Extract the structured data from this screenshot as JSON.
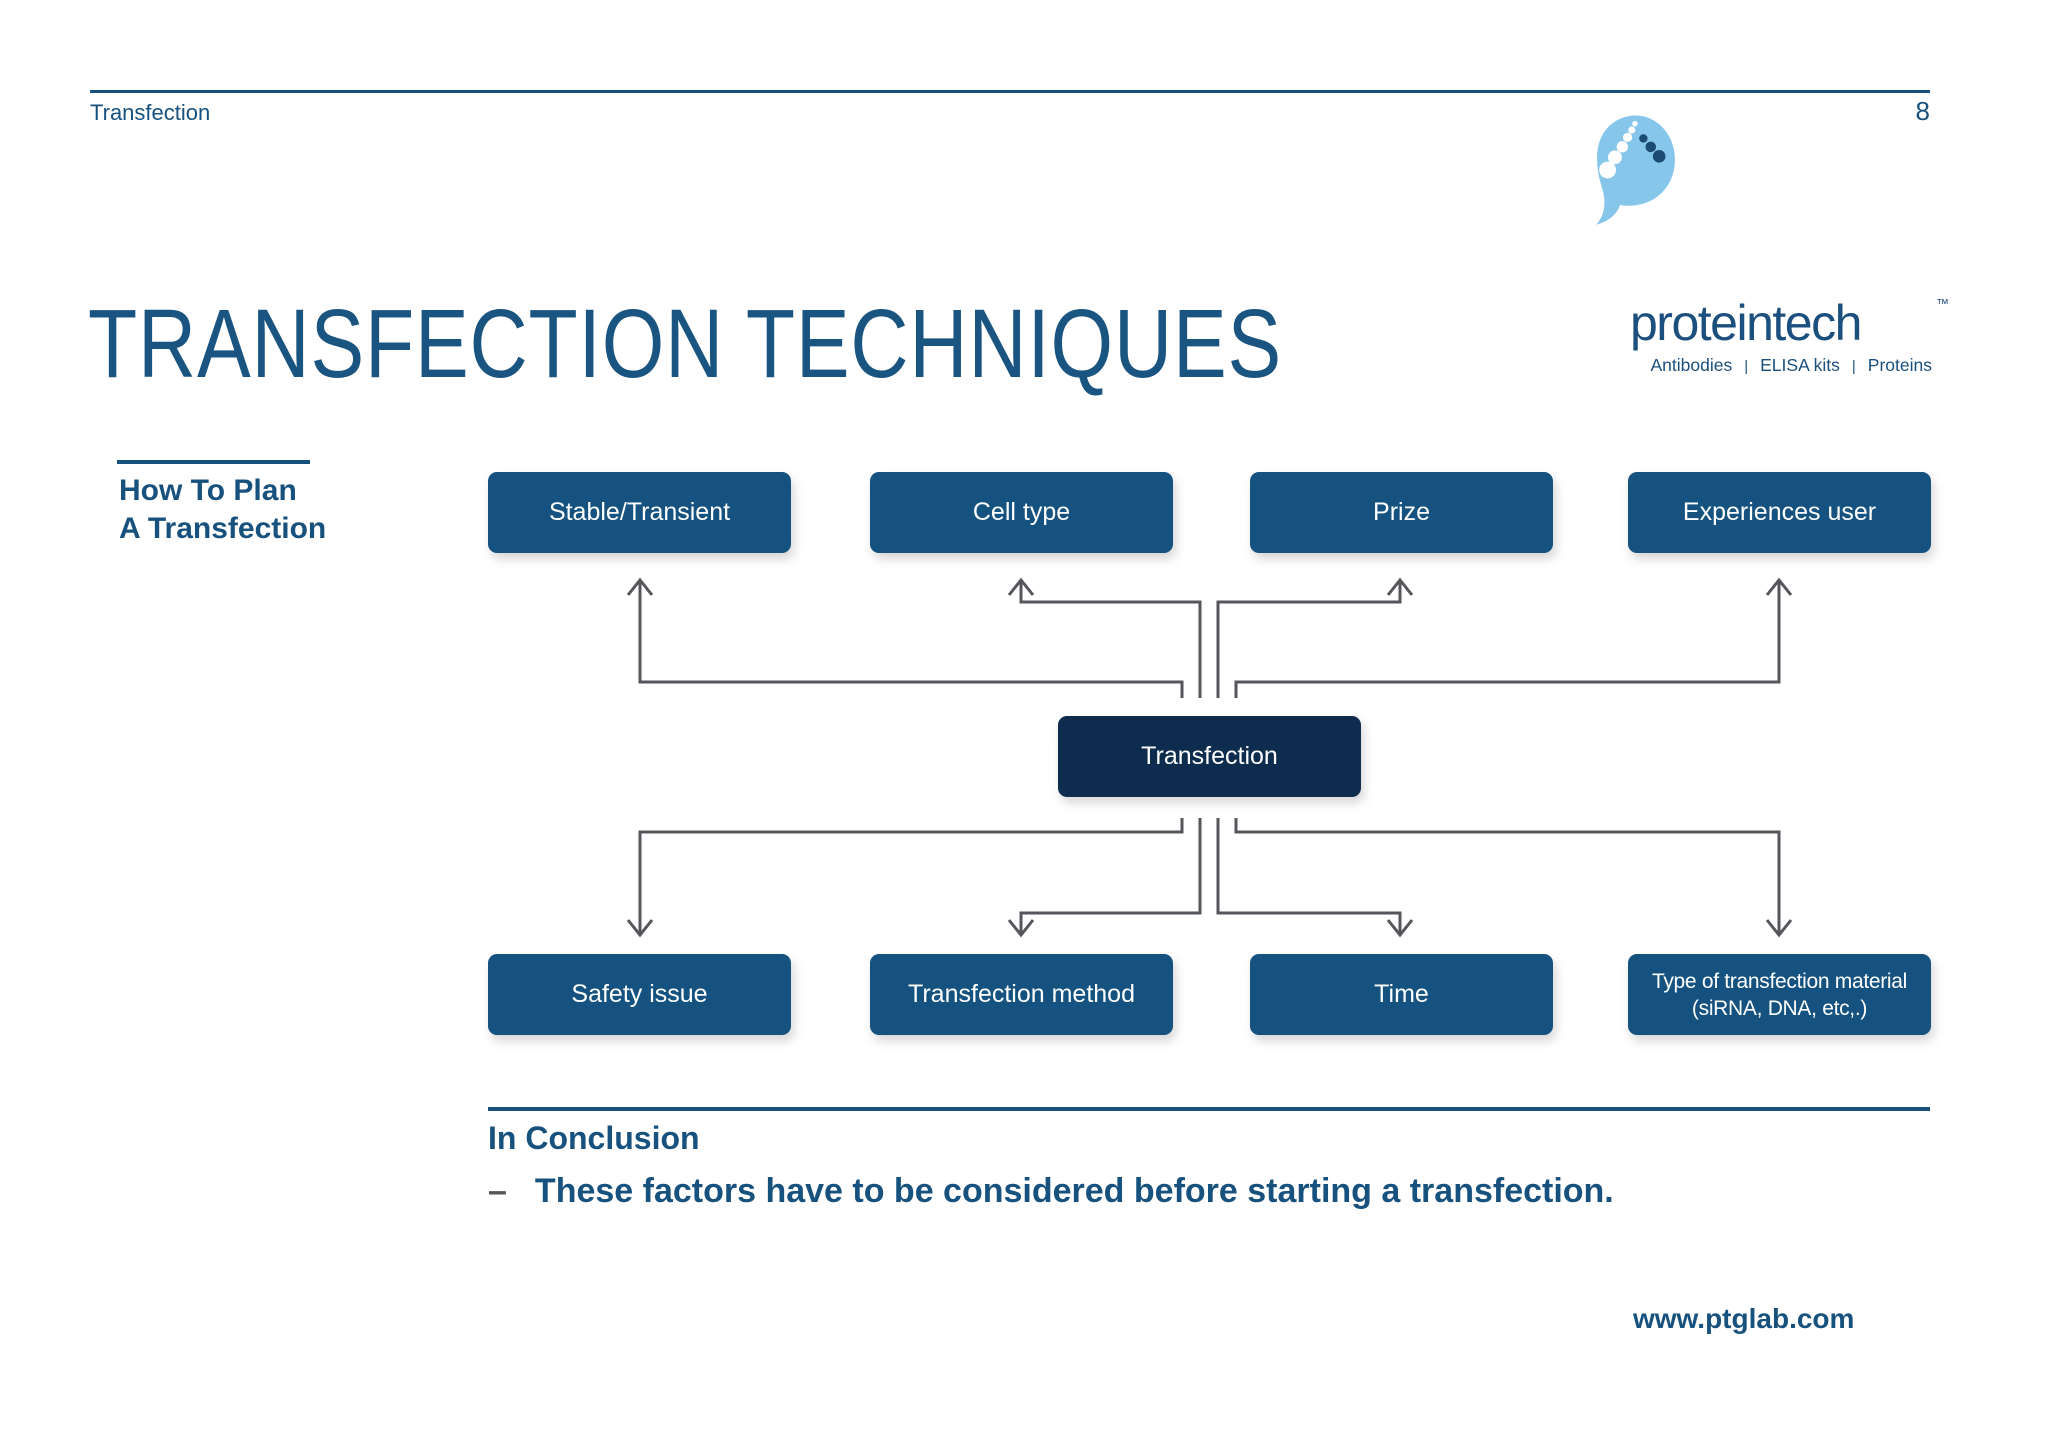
{
  "header": {
    "left_text": "Transfection",
    "page_number": "8"
  },
  "logo": {
    "wordmark": "proteintech",
    "trademark": "™",
    "tagline": [
      "Antibodies",
      "ELISA kits",
      "Proteins"
    ],
    "separator": "|"
  },
  "title": "TRANSFECTION TECHNIQUES",
  "plan_heading": {
    "line1": "How To Plan",
    "line2": "A Transfection"
  },
  "diagram": {
    "center": "Transfection",
    "top_row": [
      "Stable/Transient",
      "Cell type",
      "Prize",
      "Experiences user"
    ],
    "bottom_row": [
      "Safety issue",
      "Transfection method",
      "Time",
      "Type of transfection material (siRNA, DNA, etc,.)"
    ]
  },
  "conclusion": {
    "heading": "In Conclusion",
    "bullet_marker": "–",
    "bullet_text": "These factors have to be considered before starting a transfection."
  },
  "footer": {
    "website": "www.ptglab.com"
  },
  "colors": {
    "node_blue": "#15527F",
    "center_navy": "#0E2C4D",
    "text_blue": "#17517E",
    "title_blue": "#1A5480",
    "connector_gray": "#54565B",
    "logo_light_blue": "#85C6EA",
    "logo_navy": "#1B4F7E",
    "dash_gray": "#55565A"
  }
}
